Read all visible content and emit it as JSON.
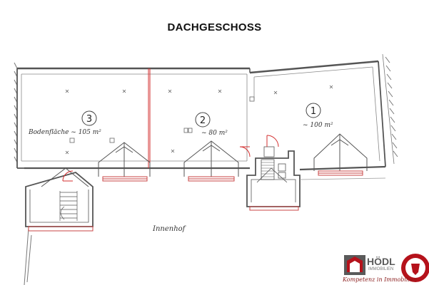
{
  "title": "DACHGESCHOSS",
  "rooms": [
    {
      "number": "3",
      "label": "Bodenfläche ~ 105 m²"
    },
    {
      "number": "2",
      "label": "~ 80 m²"
    },
    {
      "number": "1",
      "label": "~ 100 m²"
    }
  ],
  "courtyard_label": "Innenhof",
  "logo": {
    "name": "HÖDL",
    "subtitle": "IMMOBILIEN",
    "tagline": "Kompetenz in Immobilien",
    "colors": {
      "red": "#b5121b",
      "grey": "#5a5a5a"
    }
  }
}
